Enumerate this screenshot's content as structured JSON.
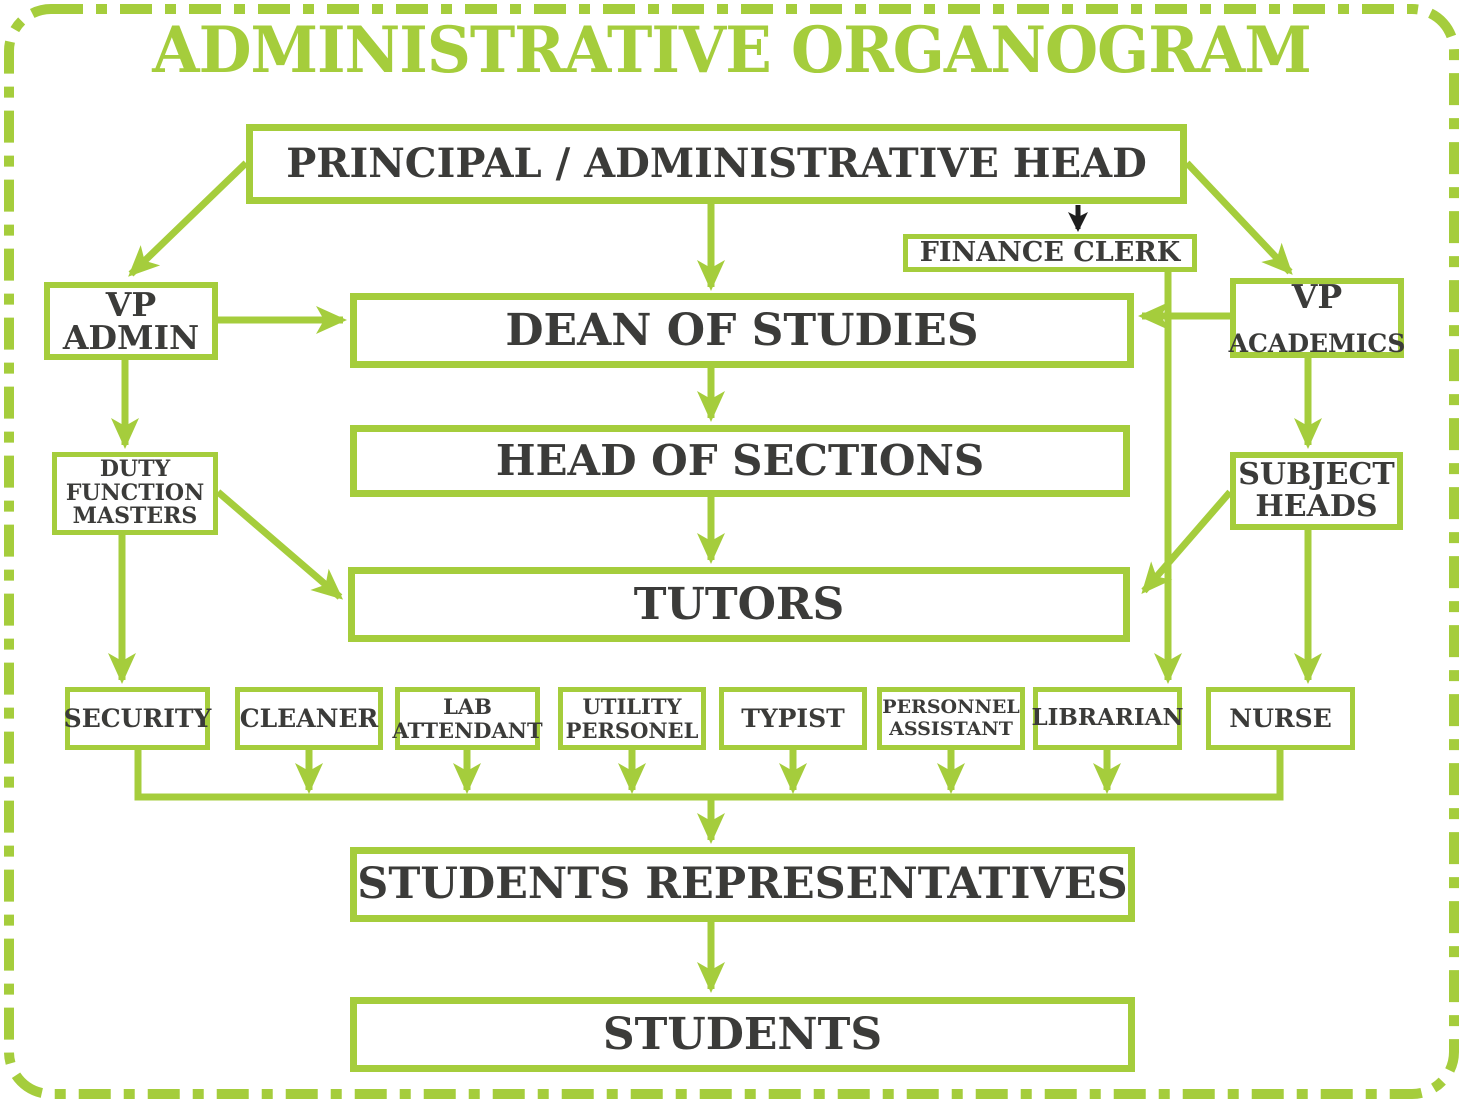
{
  "title": "ADMINISTRATIVE ORGANOGRAM",
  "colors": {
    "accent_green": "#a5cd3c",
    "text_dark": "#3b3b39",
    "black_arrow": "#1f1f1f",
    "background": "#ffffff"
  },
  "nodes": {
    "principal": {
      "label": "PRINCIPAL / ADMINISTRATIVE HEAD"
    },
    "finance_clerk": {
      "label": "FINANCE CLERK"
    },
    "vp_admin": {
      "label": "VP\nADMIN"
    },
    "dean_of_studies": {
      "label": "DEAN OF STUDIES"
    },
    "vp_academics": {
      "line1": "VP",
      "line2": "ACADEMICS"
    },
    "head_of_sections": {
      "label": "HEAD OF SECTIONS"
    },
    "duty_function_masters": {
      "label": "DUTY\nFUNCTION\nMASTERS"
    },
    "subject_heads": {
      "label": "SUBJECT\nHEADS"
    },
    "tutors": {
      "label": "TUTORS"
    },
    "security": {
      "label": "SECURITY"
    },
    "cleaner": {
      "label": "CLEANER"
    },
    "lab_attendant": {
      "label": "LAB\nATTENDANT"
    },
    "utility_personel": {
      "label": "UTILITY\nPERSONEL"
    },
    "typist": {
      "label": "TYPIST"
    },
    "personnel_assistant": {
      "label": "PERSONNEL\nASSISTANT"
    },
    "librarian": {
      "label": "LIBRARIAN"
    },
    "nurse": {
      "label": "NURSE"
    },
    "students_representatives": {
      "label": "STUDENTS REPRESENTATIVES"
    },
    "students": {
      "label": "STUDENTS"
    }
  },
  "edges": [
    {
      "from": "principal",
      "to": "vp_admin",
      "style": "green-arrow"
    },
    {
      "from": "principal",
      "to": "dean_of_studies",
      "style": "green-arrow"
    },
    {
      "from": "principal",
      "to": "vp_academics",
      "style": "green-arrow"
    },
    {
      "from": "principal",
      "to": "finance_clerk",
      "style": "black-arrow"
    },
    {
      "from": "vp_admin",
      "to": "dean_of_studies",
      "style": "green-arrow"
    },
    {
      "from": "vp_academics",
      "to": "dean_of_studies",
      "style": "green-arrow"
    },
    {
      "from": "dean_of_studies",
      "to": "head_of_sections",
      "style": "green-arrow"
    },
    {
      "from": "head_of_sections",
      "to": "tutors",
      "style": "green-arrow"
    },
    {
      "from": "vp_admin",
      "to": "duty_function_masters",
      "style": "green-arrow"
    },
    {
      "from": "vp_academics",
      "to": "subject_heads",
      "style": "green-arrow"
    },
    {
      "from": "duty_function_masters",
      "to": "tutors",
      "style": "green-arrow"
    },
    {
      "from": "subject_heads",
      "to": "tutors",
      "style": "green-arrow"
    },
    {
      "from": "duty_function_masters",
      "to": "security",
      "style": "green-arrow"
    },
    {
      "from": "finance_clerk",
      "to": "librarian",
      "style": "green-arrow"
    },
    {
      "from": "subject_heads",
      "to": "nurse",
      "style": "green-arrow"
    },
    {
      "from": [
        "security",
        "cleaner",
        "lab_attendant",
        "utility_personel",
        "typist",
        "personnel_assistant",
        "librarian",
        "nurse"
      ],
      "to": "students_representatives",
      "style": "green-collector-arrow"
    },
    {
      "from": "students_representatives",
      "to": "students",
      "style": "green-arrow"
    }
  ]
}
